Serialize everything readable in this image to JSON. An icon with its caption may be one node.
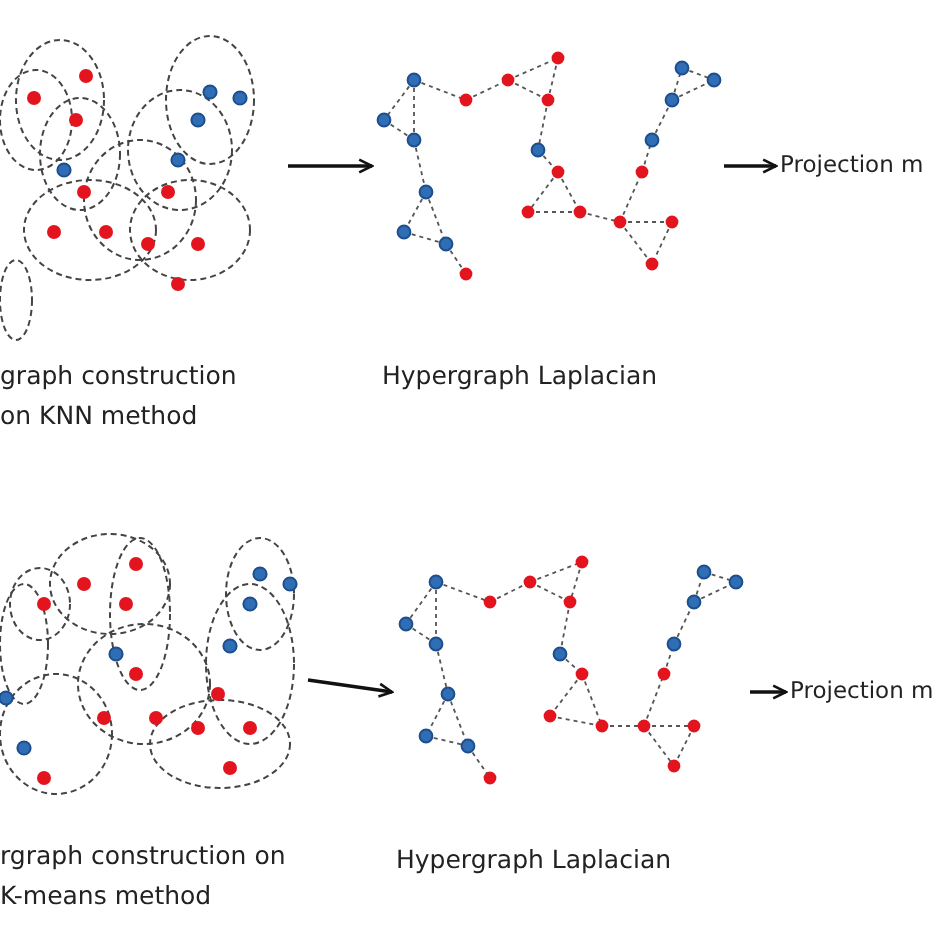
{
  "diagram": {
    "nodes": [
      {
        "text": [
          "graph construction on KNN method"
        ]
      },
      {
        "text": [
          "Hypergraph Laplacian"
        ]
      },
      {
        "text": [
          "Projection m"
        ]
      },
      {
        "text": [
          "rgraph construction on K-means method"
        ]
      },
      {
        "text": [
          "Hypergraph Laplacian"
        ]
      },
      {
        "text": [
          "Projection m"
        ]
      }
    ],
    "edges": [
      {
        "from": 0,
        "to": 1,
        "arrow": "to"
      },
      {
        "from": 1,
        "to": 2,
        "arrow": "to"
      },
      {
        "from": 3,
        "to": 4,
        "arrow": "to"
      },
      {
        "from": 4,
        "to": 5,
        "arrow": "to"
      }
    ]
  }
}
